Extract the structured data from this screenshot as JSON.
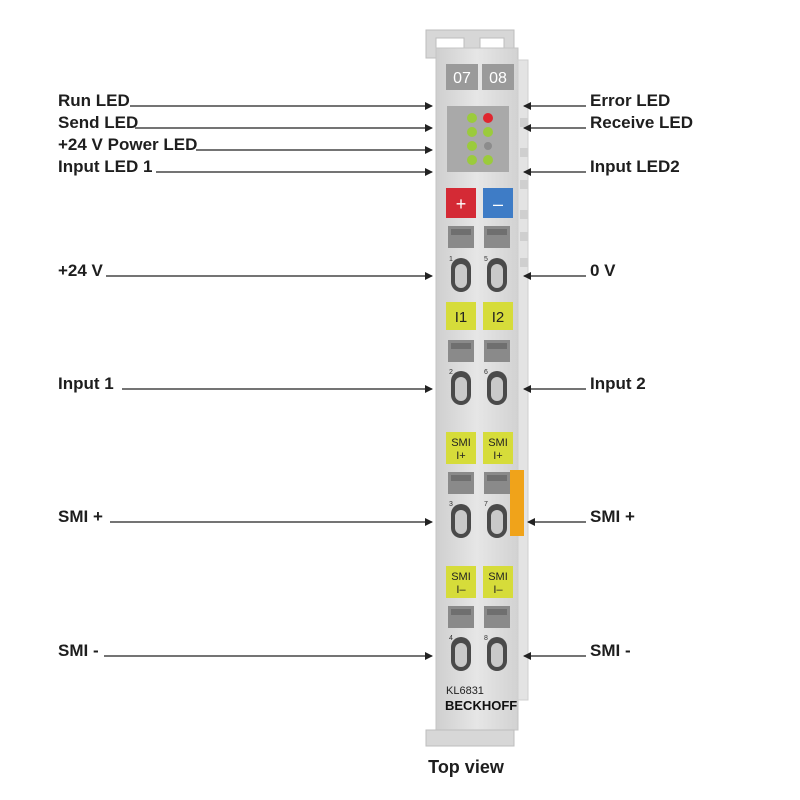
{
  "labels_left": {
    "run_led": "Run LED",
    "send_led": "Send LED",
    "power_led": "+24 V Power LED",
    "input_led_1": "Input LED 1",
    "plus_24v": "+24 V",
    "input_1": "Input 1",
    "smi_plus": "SMI +",
    "smi_minus": "SMI -"
  },
  "labels_right": {
    "error_led": "Error LED",
    "receive_led": "Receive LED",
    "input_led_2": "Input LED2",
    "zero_v": "0 V",
    "input_2": "Input 2",
    "smi_plus": "SMI +",
    "smi_minus": "SMI -"
  },
  "module": {
    "slot_left": "07",
    "slot_right": "08",
    "plus_sign": "+",
    "minus_sign": "–",
    "i1": "I1",
    "i2": "I2",
    "smi_plus_top": "SMI",
    "smi_plus_bottom": "I+",
    "smi_minus_top": "SMI",
    "smi_minus_bottom": "I–",
    "model": "KL6831",
    "brand": "BECKHOFF",
    "terminal_numbers": [
      "1",
      "5",
      "2",
      "6",
      "3",
      "7",
      "4",
      "8"
    ]
  },
  "caption": "Top view",
  "colors": {
    "housing": "#dedede",
    "red_label": "#d42a35",
    "blue_label": "#3e7cc6",
    "yellow_label": "#d6dc3a",
    "orange_tab": "#f0a31a",
    "led_green": "#9bcb3c",
    "led_red": "#e0262f"
  }
}
